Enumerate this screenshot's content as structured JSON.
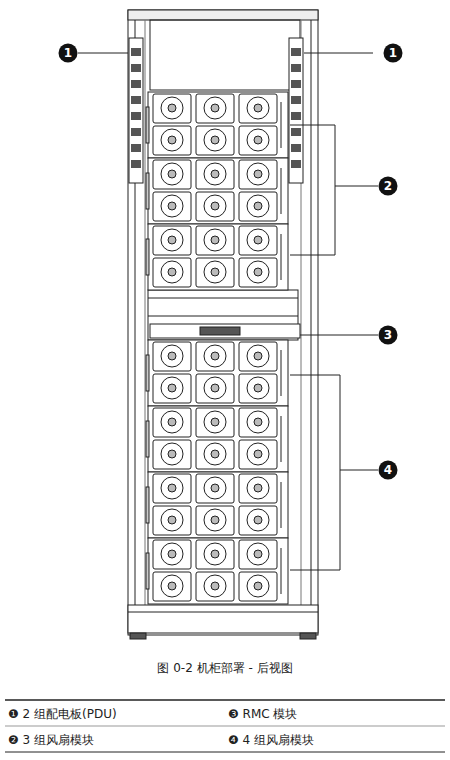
{
  "diagram": {
    "caption": "图 0-2 机柜部署 - 后视图",
    "nodes": [
      {
        "text": [
          "1"
        ]
      },
      {
        "text": [
          "1"
        ]
      },
      {
        "text": [
          "2"
        ]
      },
      {
        "text": [
          "3"
        ]
      },
      {
        "text": [
          "4"
        ]
      }
    ],
    "labels": [
      "❶ 2 组配电板(PDU)",
      "❸ RMC 模块",
      "❷ 3 组风扇模块",
      "❹ 4 组风扇模块"
    ]
  }
}
